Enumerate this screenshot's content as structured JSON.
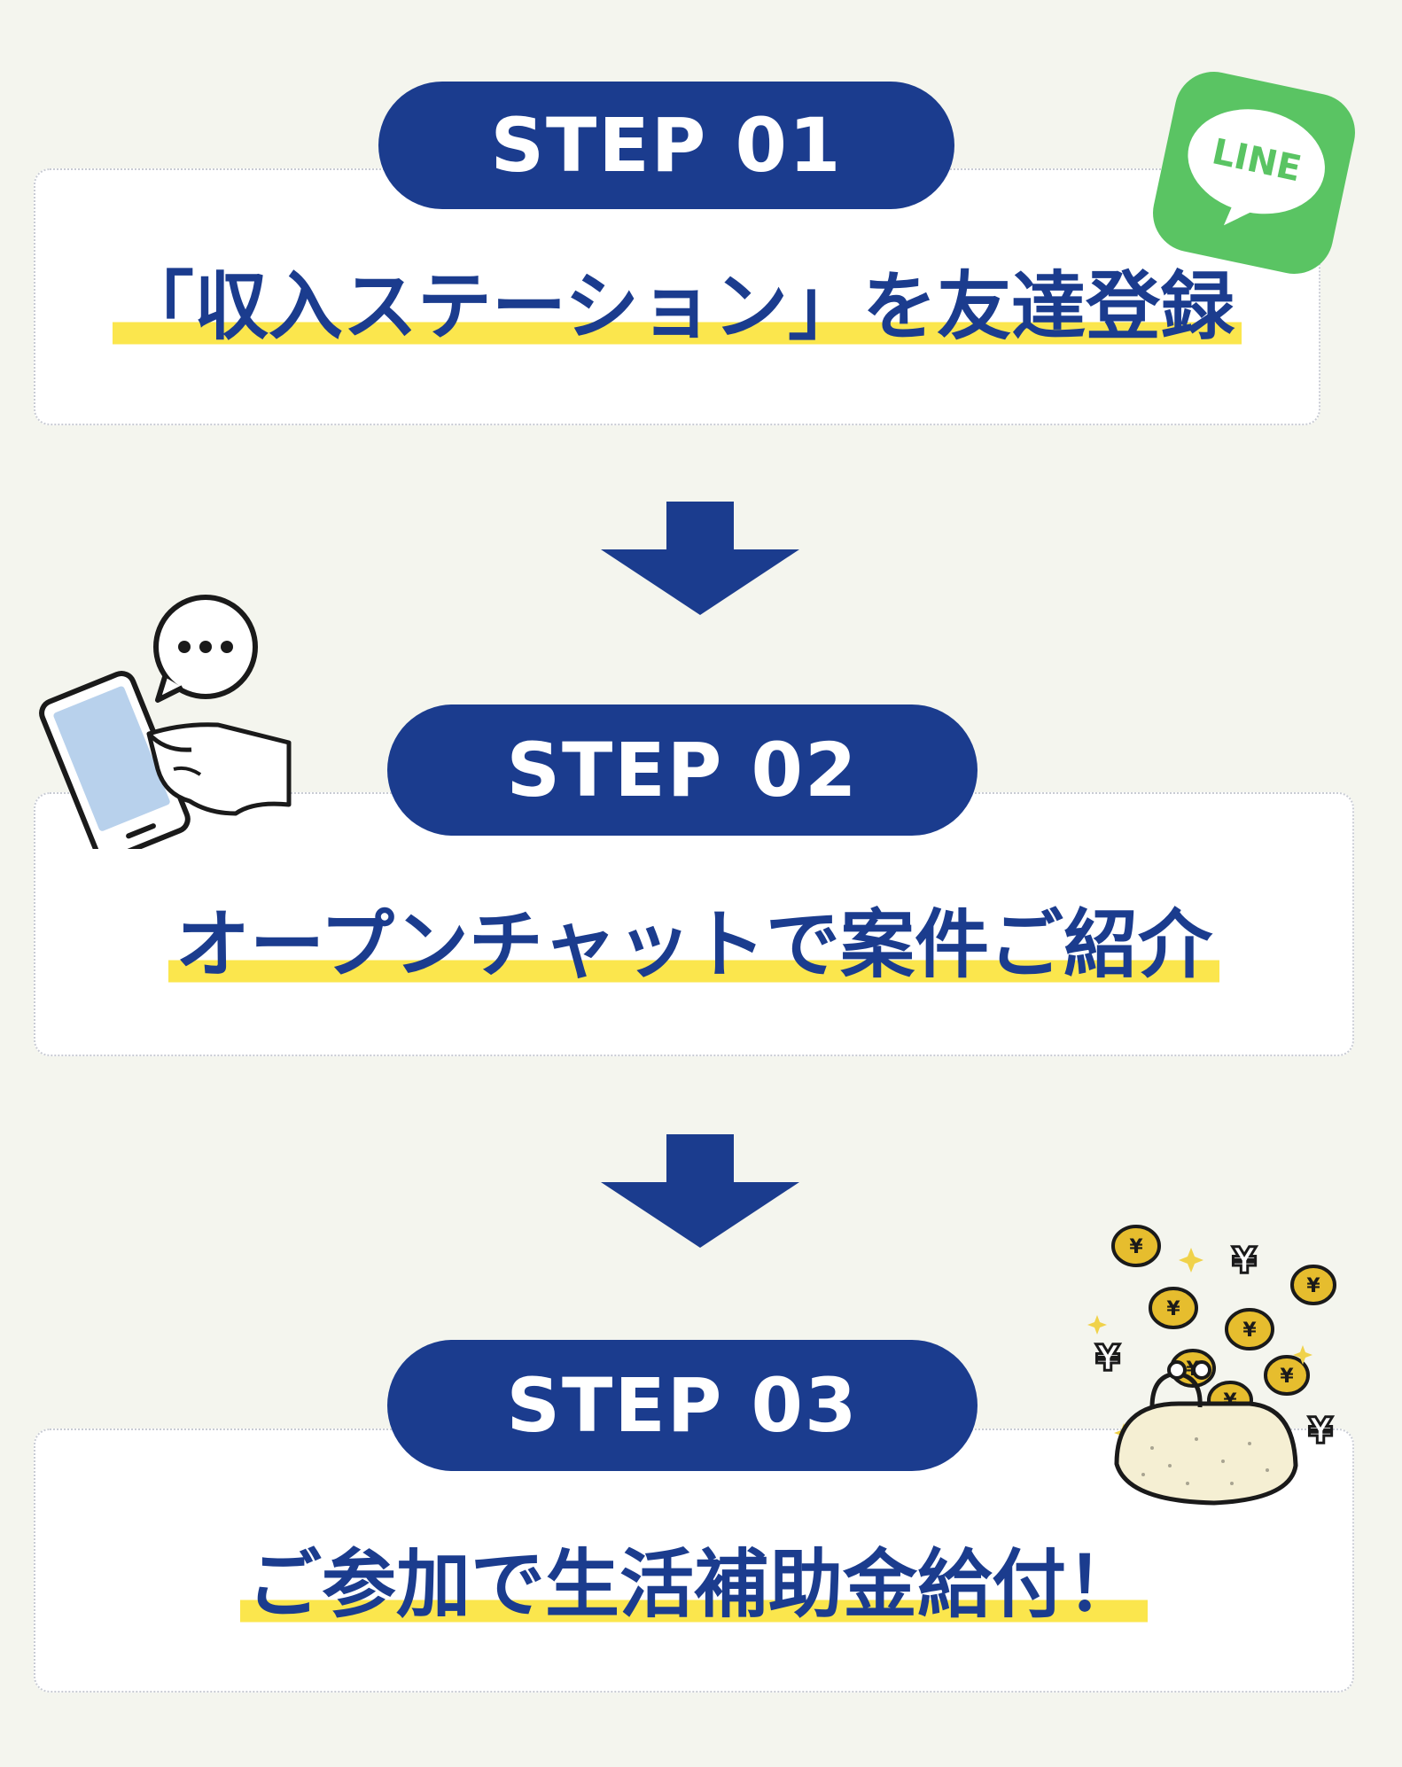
{
  "steps": [
    {
      "label": "STEP 01",
      "title": "「収入ステーション」を友達登録"
    },
    {
      "label": "STEP 02",
      "title": "オープンチャットで案件ご紹介"
    },
    {
      "label": "STEP 03",
      "title": "ご参加で生活補助金給付！"
    }
  ],
  "line_badge": {
    "text": "LINE"
  },
  "colors": {
    "navy": "#1b3c8e",
    "highlight": "#fbe64d",
    "line_green": "#5ac463",
    "background": "#f4f5ee"
  },
  "icons": [
    "line-app-icon",
    "arrow-down-icon",
    "smartphone-hand-icon",
    "speech-bubble-icon",
    "coin-purse-icon",
    "yen-coin-icon"
  ]
}
